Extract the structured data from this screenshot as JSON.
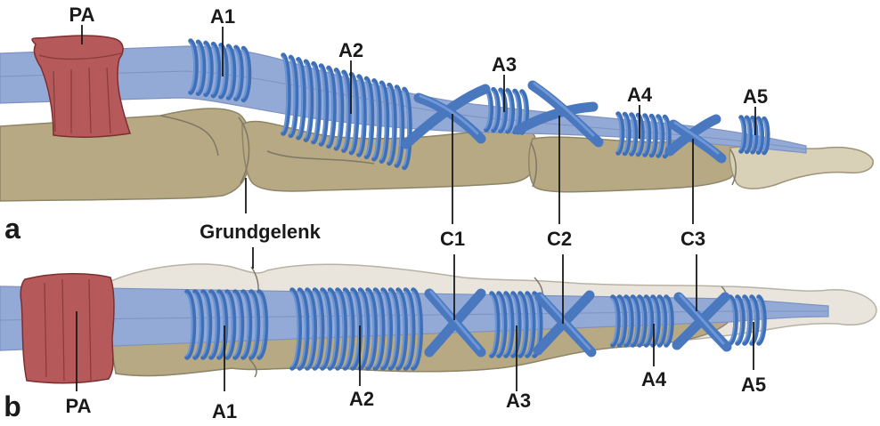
{
  "panels": {
    "a": {
      "panel_label": "a",
      "labels": {
        "pa": "PA",
        "a1": "A1",
        "a2": "A2",
        "a3": "A3",
        "a4": "A4",
        "a5": "A5",
        "c1": "C1",
        "c2": "C2",
        "c3": "C3",
        "grundgelenk": "Grundgelenk"
      }
    },
    "b": {
      "panel_label": "b",
      "labels": {
        "pa": "PA",
        "a1": "A1",
        "a2": "A2",
        "a3": "A3",
        "a4": "A4",
        "a5": "A5"
      }
    }
  },
  "colors": {
    "bone": "#b7a983",
    "bone_palmar": "#e9e5dc",
    "tendon": "#93a9d6",
    "pulley": "#3f6fb7",
    "palmar_aponeurosis": "#b5595a"
  }
}
